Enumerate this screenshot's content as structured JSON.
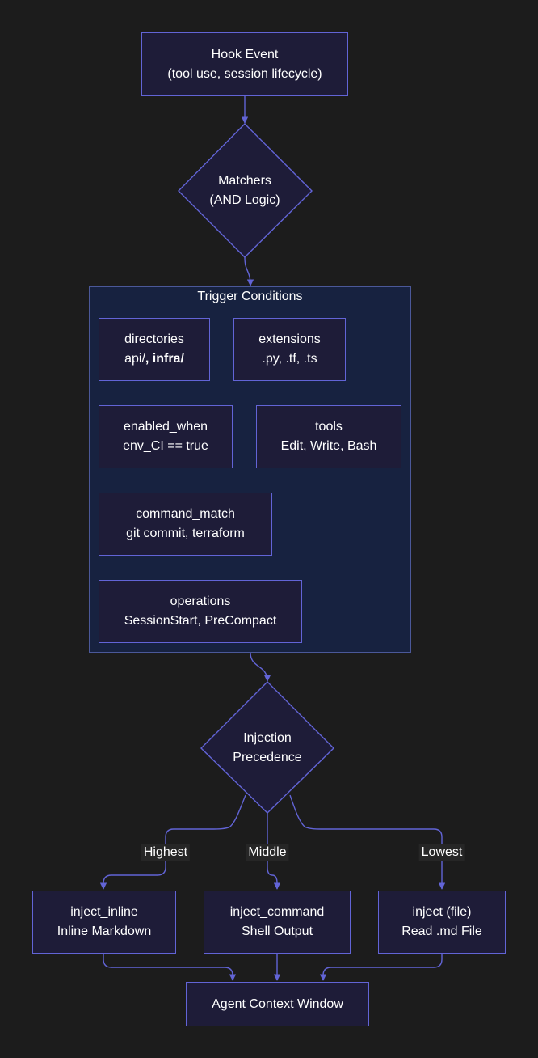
{
  "nodes": {
    "hook_event": {
      "line1": "Hook Event",
      "line2": "(tool use, session lifecycle)"
    },
    "matchers": {
      "line1": "Matchers",
      "line2": "(AND Logic)"
    },
    "trigger_conditions": {
      "title": "Trigger Conditions",
      "directories": {
        "name": "directories",
        "value_prefix": "api/",
        "value_bold": ", infra/"
      },
      "extensions": {
        "name": "extensions",
        "value": ".py, .tf, .ts"
      },
      "enabled_when": {
        "name": "enabled_when",
        "value": "env_CI == true"
      },
      "tools": {
        "name": "tools",
        "value": "Edit, Write, Bash"
      },
      "command_match": {
        "name": "command_match",
        "value": "git commit, terraform"
      },
      "operations": {
        "name": "operations",
        "value": "SessionStart, PreCompact"
      }
    },
    "injection_precedence": {
      "line1": "Injection",
      "line2": "Precedence"
    },
    "inject_inline": {
      "line1": "inject_inline",
      "line2": "Inline Markdown"
    },
    "inject_command": {
      "line1": "inject_command",
      "line2": "Shell Output"
    },
    "inject_file": {
      "line1": "inject (file)",
      "line2": "Read .md File"
    },
    "agent_context": {
      "label": "Agent Context Window"
    }
  },
  "edge_labels": {
    "highest": "Highest",
    "middle": "Middle",
    "lowest": "Lowest"
  },
  "colors": {
    "background": "#1c1c1c",
    "node_fill": "#1e1c38",
    "node_stroke": "#6264d6",
    "cluster_fill": "#172240",
    "cluster_stroke": "#4b5899",
    "edge": "#6264d6",
    "text": "#ffffff"
  }
}
